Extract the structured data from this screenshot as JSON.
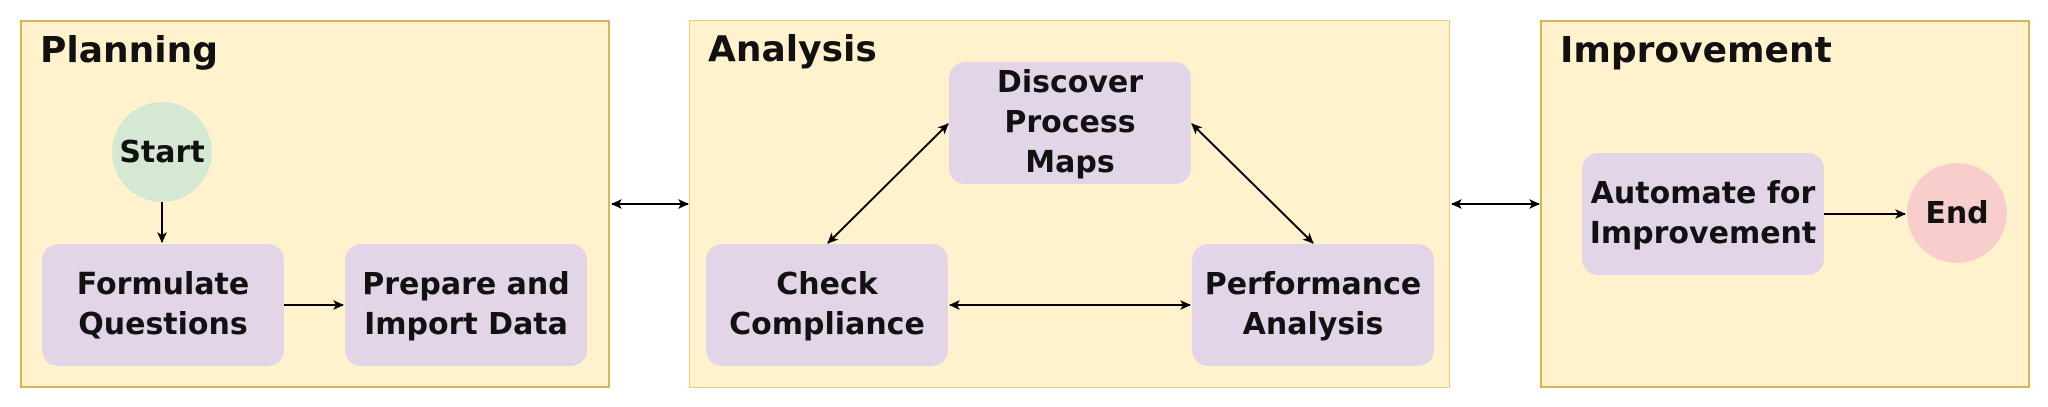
{
  "panels": {
    "planning": "Planning",
    "analysis": "Analysis",
    "improvement": "Improvement"
  },
  "nodes": {
    "start": "Start",
    "formulate": "Formulate\nQuestions",
    "prepare": "Prepare and\nImport Data",
    "discover": "Discover\nProcess Maps",
    "check": "Check\nCompliance",
    "performance": "Performance\nAnalysis",
    "automate": "Automate for\nImprovement",
    "end": "End"
  },
  "colors": {
    "panel_fill": "#fff2cc",
    "panel_border": "#d6b656",
    "process_fill": "#e1d5e7",
    "start_fill": "#d5e8d4",
    "end_fill": "#f8cecc"
  }
}
